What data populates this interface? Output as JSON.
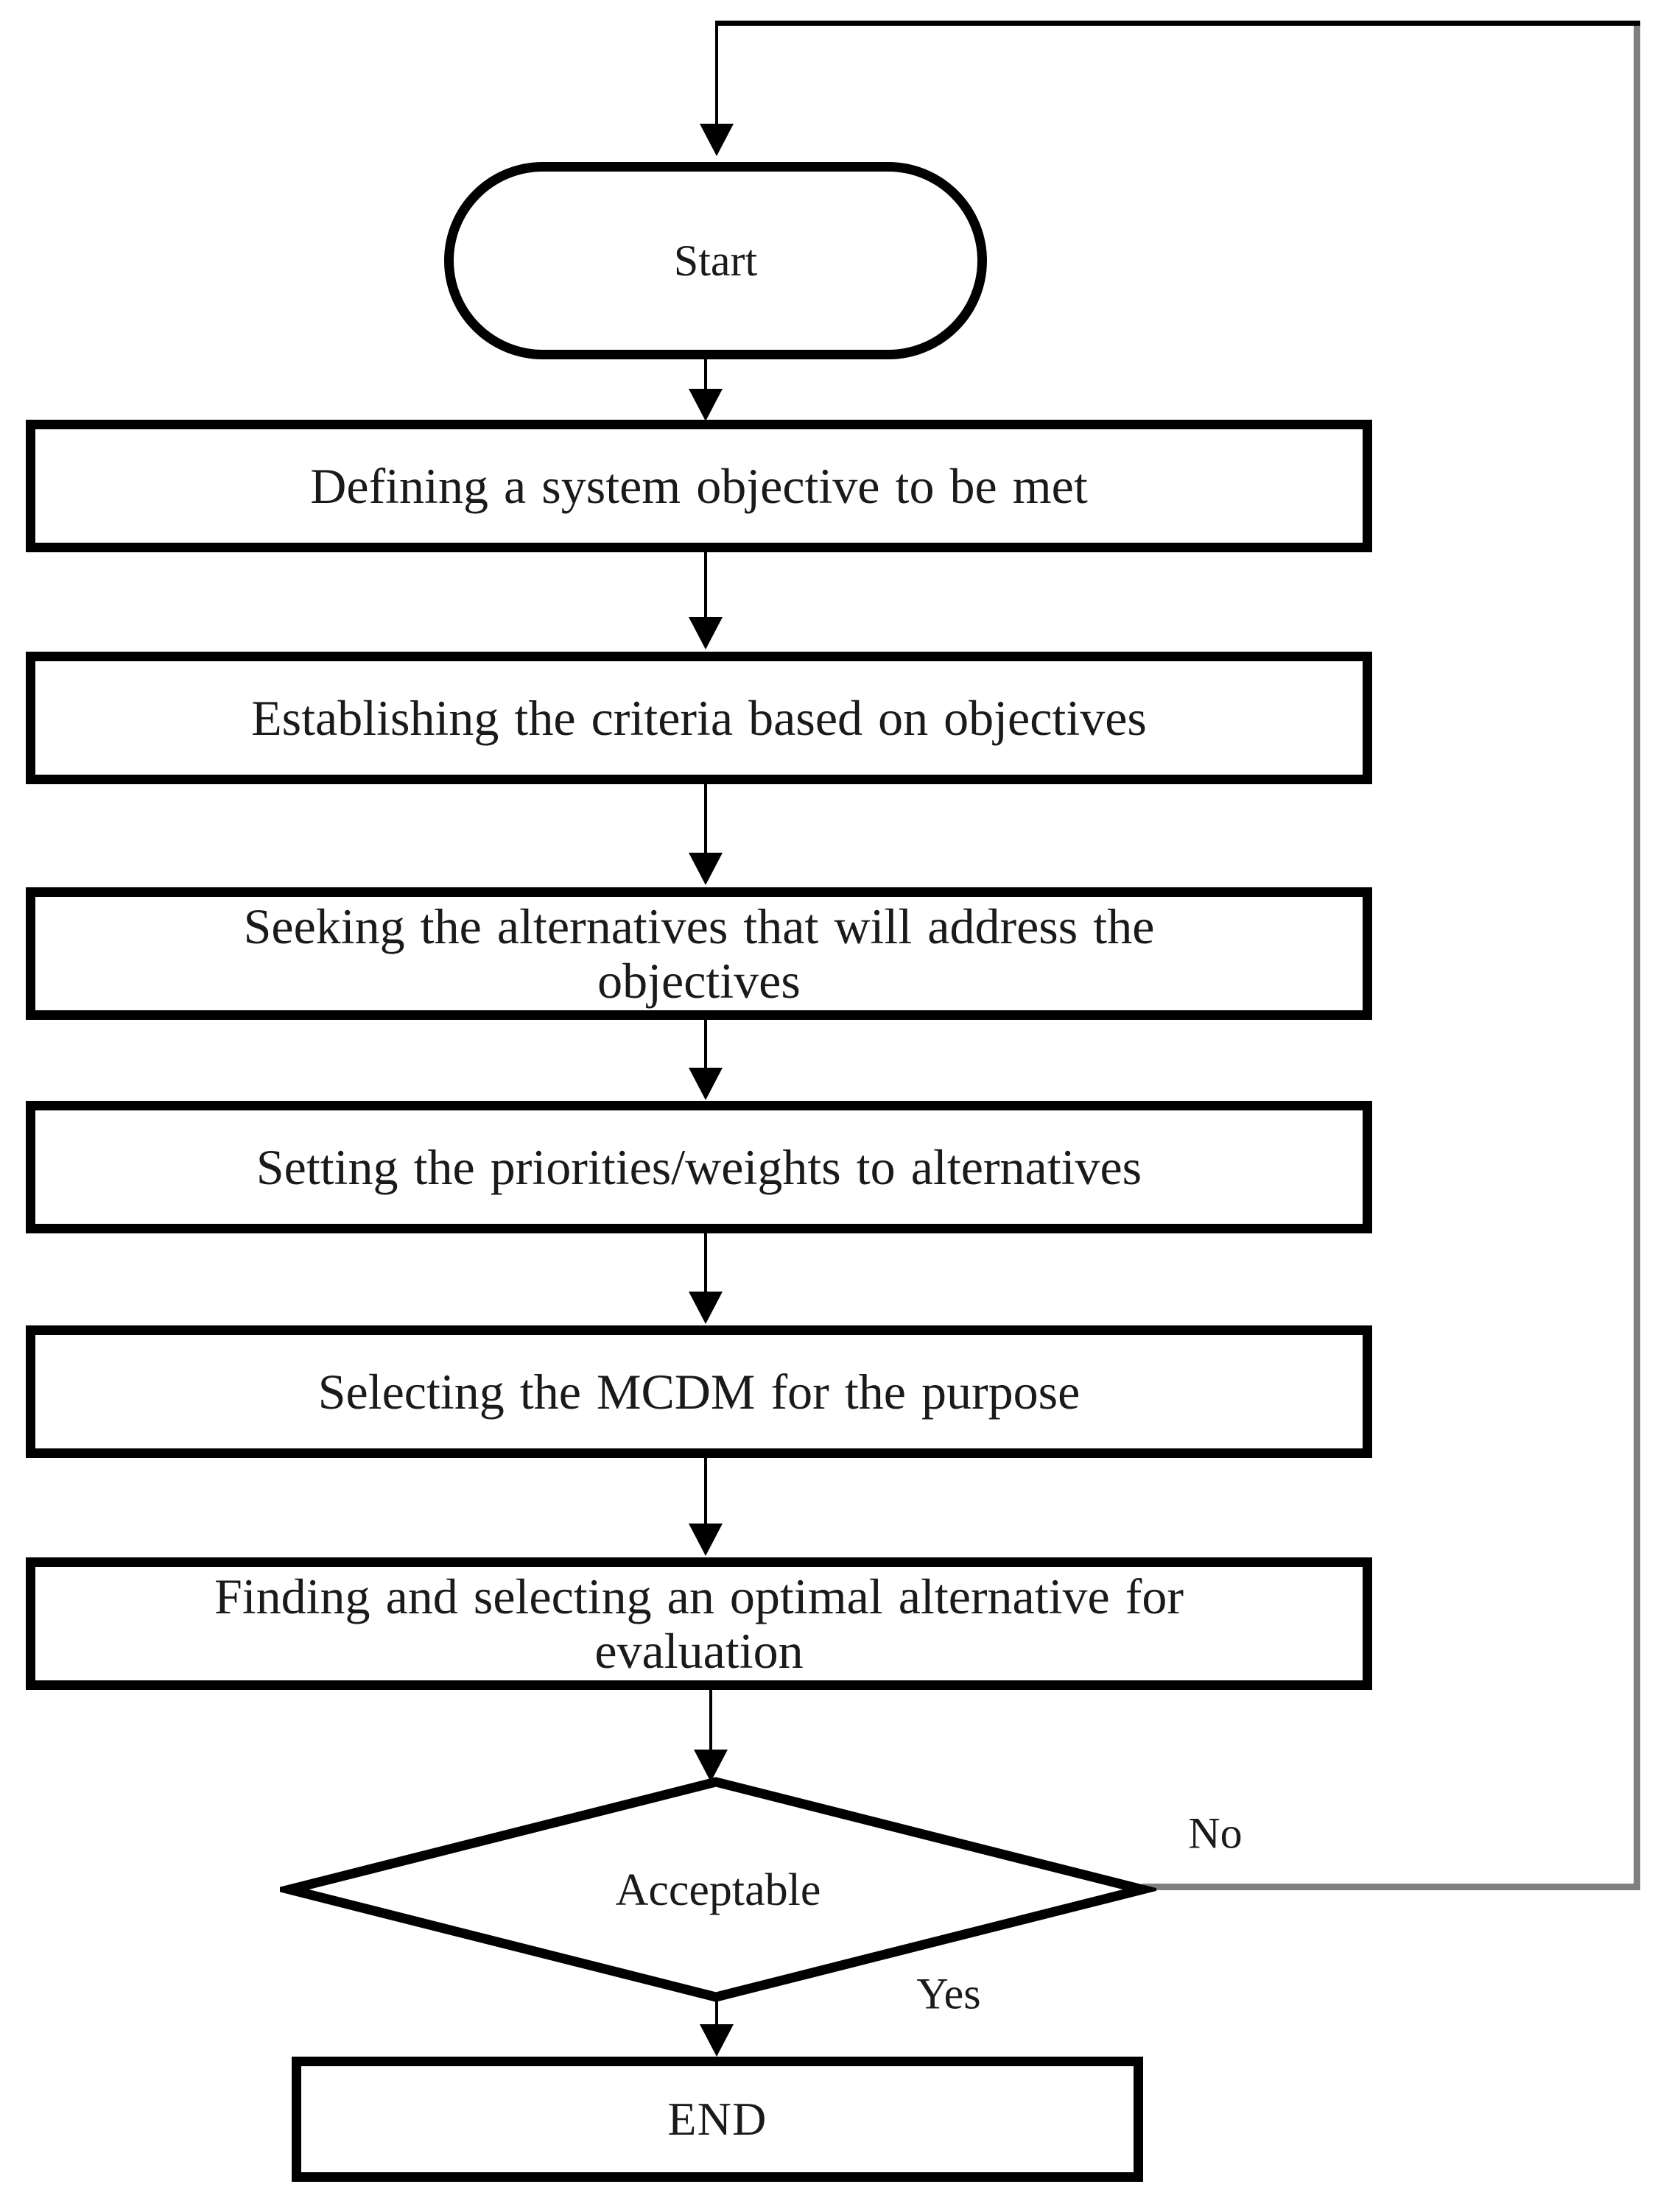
{
  "flowchart": {
    "start": "Start",
    "steps": [
      "Defining a system objective to be met",
      "Establishing the criteria based on objectives",
      [
        "Seeking the alternatives that will address the",
        "objectives"
      ],
      "Setting the priorities/weights to alternatives",
      "Selecting the MCDM for the purpose",
      [
        "Finding and selecting an optimal alternative for",
        "evaluation"
      ]
    ],
    "decision": "Acceptable",
    "end": "END",
    "edge_labels": {
      "no": "No",
      "yes": "Yes"
    },
    "colors": {
      "line": "#000000",
      "loop": "#7f7f7f",
      "text": "#1a1a1a"
    }
  }
}
